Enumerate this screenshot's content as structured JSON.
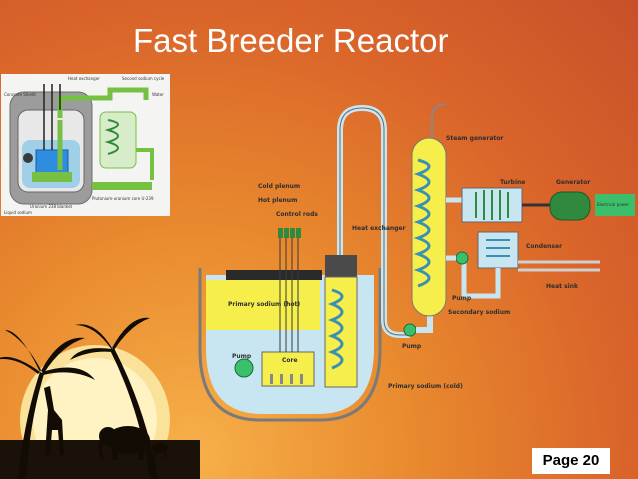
{
  "slide": {
    "title": "Fast Breeder Reactor",
    "page_label": "Page 20"
  },
  "small_diagram": {
    "labels": {
      "concrete_shield": "Concrete Shield",
      "heat_exchanger": "Heat exchanger",
      "second_sodium_cycle": "Second sodium cycle",
      "water": "Water",
      "core": "Plutonium-uranium core U-239",
      "blanket": "Uranium 238 blanket",
      "liquid_sodium": "Liquid sodium"
    }
  },
  "main_diagram": {
    "labels": {
      "steam_generator": "Steam generator",
      "turbine": "Turbine",
      "generator": "Generator",
      "electrical_power": "Electrical power",
      "cold_plenum": "Cold plenum",
      "hot_plenum": "Hot plenum",
      "control_rods": "Control rods",
      "heat_exchanger": "Heat exchanger",
      "condenser": "Condenser",
      "heat_sink": "Heat sink",
      "pump_secondary": "Pump",
      "secondary_sodium": "Secondary sodium",
      "primary_sodium_hot": "Primary sodium (hot)",
      "pump_intermediate": "Pump",
      "pump_primary": "Pump",
      "core": "Core",
      "primary_sodium_cold": "Primary sodium (cold)"
    }
  },
  "colors": {
    "background": "#e07a2c",
    "hot_sodium": "#f6ee4a",
    "cold_sodium": "#c8e6f2",
    "pump_green": "#3bbf6a",
    "generator_green": "#2f8a3e",
    "page_box": "#ffffff"
  }
}
